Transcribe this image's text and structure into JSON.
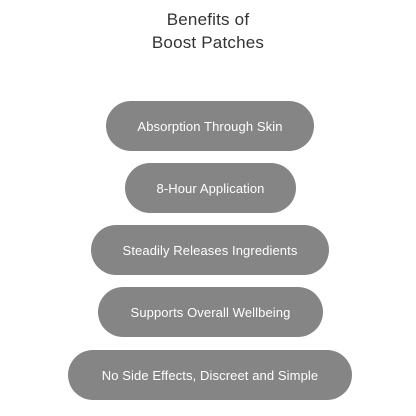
{
  "title": {
    "line1": "Benefits of",
    "line2": "Boost Patches"
  },
  "benefits": [
    {
      "label": "Absorption Through Skin"
    },
    {
      "label": "8-Hour Application"
    },
    {
      "label": "Steadily Releases Ingredients"
    },
    {
      "label": "Supports Overall Wellbeing"
    },
    {
      "label": "No Side Effects, Discreet and Simple"
    }
  ],
  "colors": {
    "pill": "#858585",
    "pill_text": "#ffffff",
    "title_text": "#333333",
    "background": "#ffffff"
  }
}
